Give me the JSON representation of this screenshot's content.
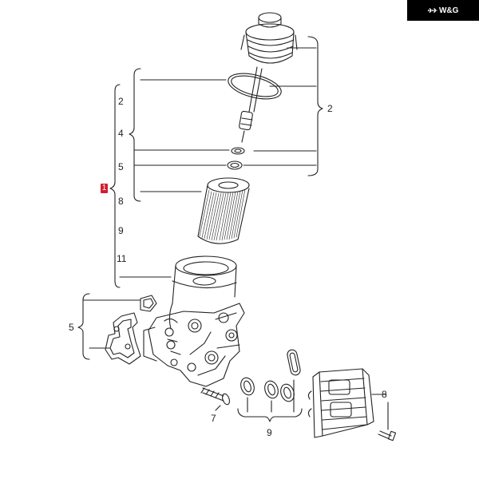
{
  "brand": {
    "logo_mark": "✈✈",
    "text": "W&G"
  },
  "labels": {
    "left_2": "2",
    "left_4": "4",
    "left_5": "5",
    "left_1": "1",
    "left_8": "8",
    "left_9": "9",
    "left_11": "11",
    "right_2": "2",
    "mid_5": "5",
    "bottom_7": "7",
    "bottom_9": "9",
    "right_8": "8"
  },
  "colors": {
    "line": "#222222",
    "highlight": "#d31d2f"
  }
}
